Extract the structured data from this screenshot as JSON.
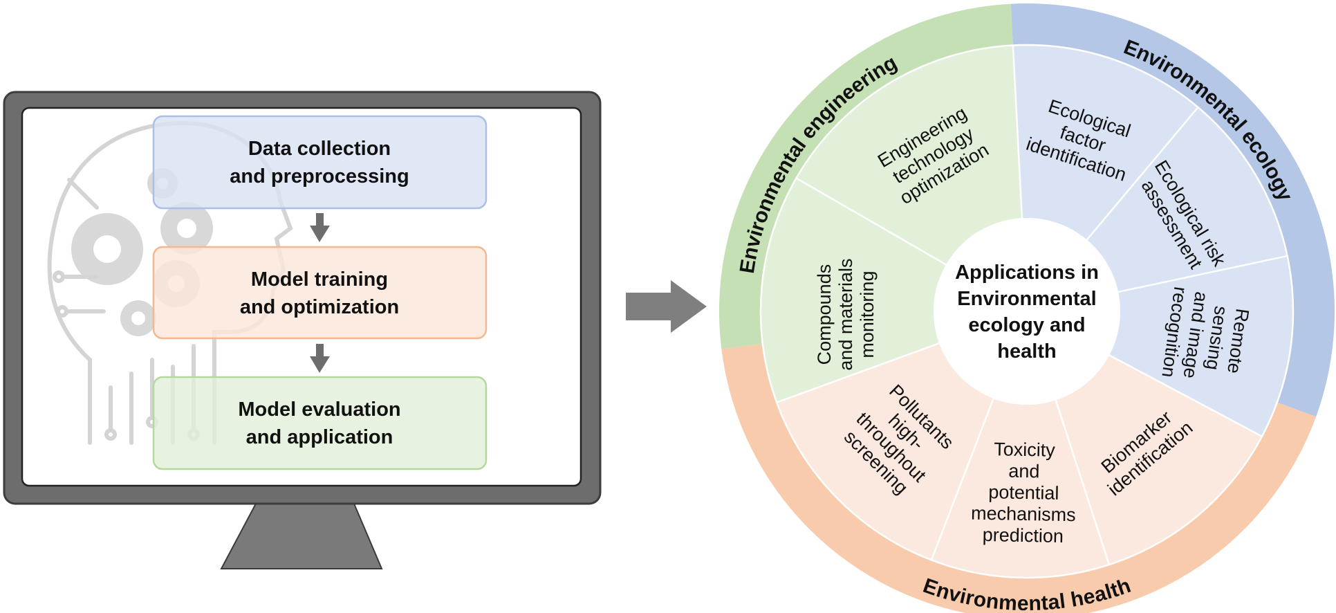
{
  "workflow": {
    "steps": [
      {
        "line1": "Data collection",
        "line2": "and preprocessing",
        "fill": "#dae3f3",
        "stroke": "#a9bfe6"
      },
      {
        "line1": "Model training",
        "line2": "and optimization",
        "fill": "#fbe6da",
        "stroke": "#f2b892"
      },
      {
        "line1": "Model evaluation",
        "line2": "and application",
        "fill": "#e2efd9",
        "stroke": "#b5d99d"
      }
    ]
  },
  "wheel": {
    "center_lines": [
      "Applications in",
      "Environmental",
      "ecology and",
      "health"
    ],
    "categories": [
      {
        "key": "engineering",
        "label": "Environmental engineering",
        "ring_color": "#c5e0b4",
        "inner_color": "#e2efd9"
      },
      {
        "key": "ecology",
        "label": "Environmental ecology",
        "ring_color": "#b4c7e7",
        "inner_color": "#dae3f3"
      },
      {
        "key": "health",
        "label": "Environmental health",
        "ring_color": "#f8cbad",
        "inner_color": "#fbe9df"
      }
    ],
    "sectors": [
      {
        "category": "engineering",
        "lines": [
          "Engineering",
          "technology",
          "optimization"
        ]
      },
      {
        "category": "engineering",
        "lines": [
          "Compounds",
          "and materials",
          "monitoring"
        ]
      },
      {
        "category": "ecology",
        "lines": [
          "Ecological",
          "factor",
          "identification"
        ]
      },
      {
        "category": "ecology",
        "lines": [
          "Ecological risk",
          "assessment"
        ]
      },
      {
        "category": "ecology",
        "lines": [
          "Remote",
          "sensing",
          "and image",
          "recognition"
        ]
      },
      {
        "category": "health",
        "lines": [
          "Pollutants",
          "high-",
          "throughout",
          "screening"
        ]
      },
      {
        "category": "health",
        "lines": [
          "Toxicity",
          "and",
          "potential",
          "mechanisms",
          "prediction"
        ]
      },
      {
        "category": "health",
        "lines": [
          "Biomarker",
          "identification"
        ]
      }
    ]
  },
  "colors": {
    "monitor_frame": "#6d6d6d",
    "arrow": "#808080",
    "watermark": "#cfcfcf"
  }
}
